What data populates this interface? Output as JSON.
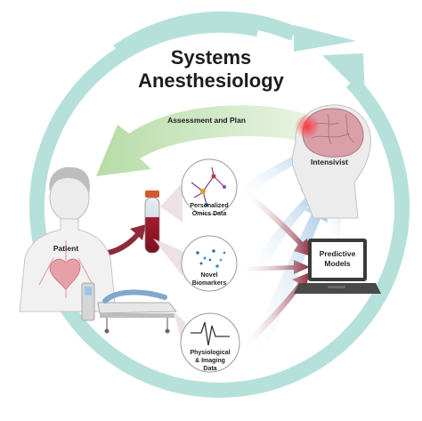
{
  "title": {
    "line1": "Systems",
    "line2": "Anesthesiology"
  },
  "assessment_arrow_label": "Assessment and Plan",
  "nodes": {
    "patient": "Patient",
    "intensivist": "Intensivist",
    "predictive_models": {
      "line1": "Predictive",
      "line2": "Models"
    },
    "omics": {
      "line1": "Personalized",
      "line2": "Omics Data"
    },
    "biomarkers": {
      "line1": "Novel",
      "line2": "Biomarkers"
    },
    "physiological": {
      "line1": "Physiological",
      "line2": "& Imaging",
      "line3": "Data"
    }
  },
  "colors": {
    "cycle_ring": "#a9dcd6",
    "assessment_arrow": "#cfe8c4",
    "blue_arrows": "#a7c6e4",
    "red_arrows": "#8e2b3a",
    "laptop": "#3a3a3a",
    "brain": "#d99aa6"
  }
}
